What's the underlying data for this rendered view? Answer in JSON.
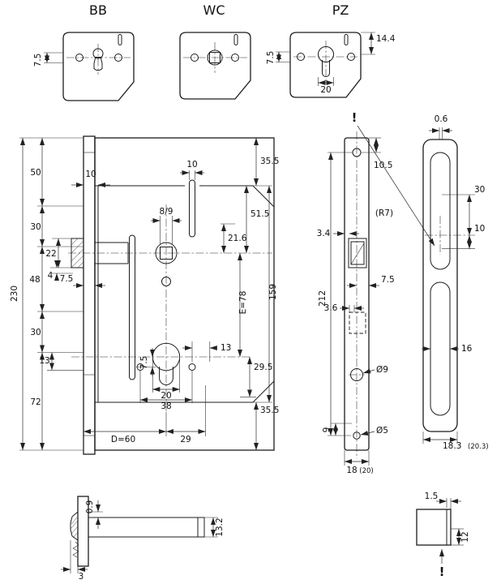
{
  "plates": {
    "bb": "BB",
    "wc": "WC",
    "pz": "PZ",
    "bb_off": "7.5",
    "pz_off": "7.5",
    "pz_top": "14.4",
    "pz_w": "20"
  },
  "body": {
    "total": "230",
    "s50": "50",
    "s30a": "30",
    "latch22": "22",
    "s48": "48",
    "d4": "4",
    "fp75": "7.5",
    "s30b": "30",
    "d13l": "13",
    "s72": "72",
    "gap10": "10",
    "slot10": "10",
    "r35a": "35.5",
    "r515": "51.5",
    "r216": "21.6",
    "r159": "159",
    "e78": "E=78",
    "d13r": "13",
    "r295": "29.5",
    "r35b": "35.5",
    "sq": "8/9",
    "off75": "7.5",
    "cyl20": "20",
    "holes38": "38",
    "backset": "D=60",
    "d29": "29"
  },
  "fp": {
    "d105": "10.5",
    "d34": "3.4",
    "r7": "(R7)",
    "d75": "7.5",
    "h212": "212",
    "d36": "3.6",
    "dia9": "Ø9",
    "d9": "9",
    "dia5": "Ø5",
    "w18": "18",
    "w20": "(20)",
    "warn": "!"
  },
  "strip": {
    "t06": "0.6",
    "d30": "30",
    "d10": "10",
    "w16": "16",
    "w183": "18.3",
    "w203": "(20.3)"
  },
  "latch": {
    "t09": "0.9",
    "h132": "13.2",
    "d3": "3"
  },
  "angle": {
    "t15": "1.5",
    "h12": "12",
    "warn": "!"
  }
}
